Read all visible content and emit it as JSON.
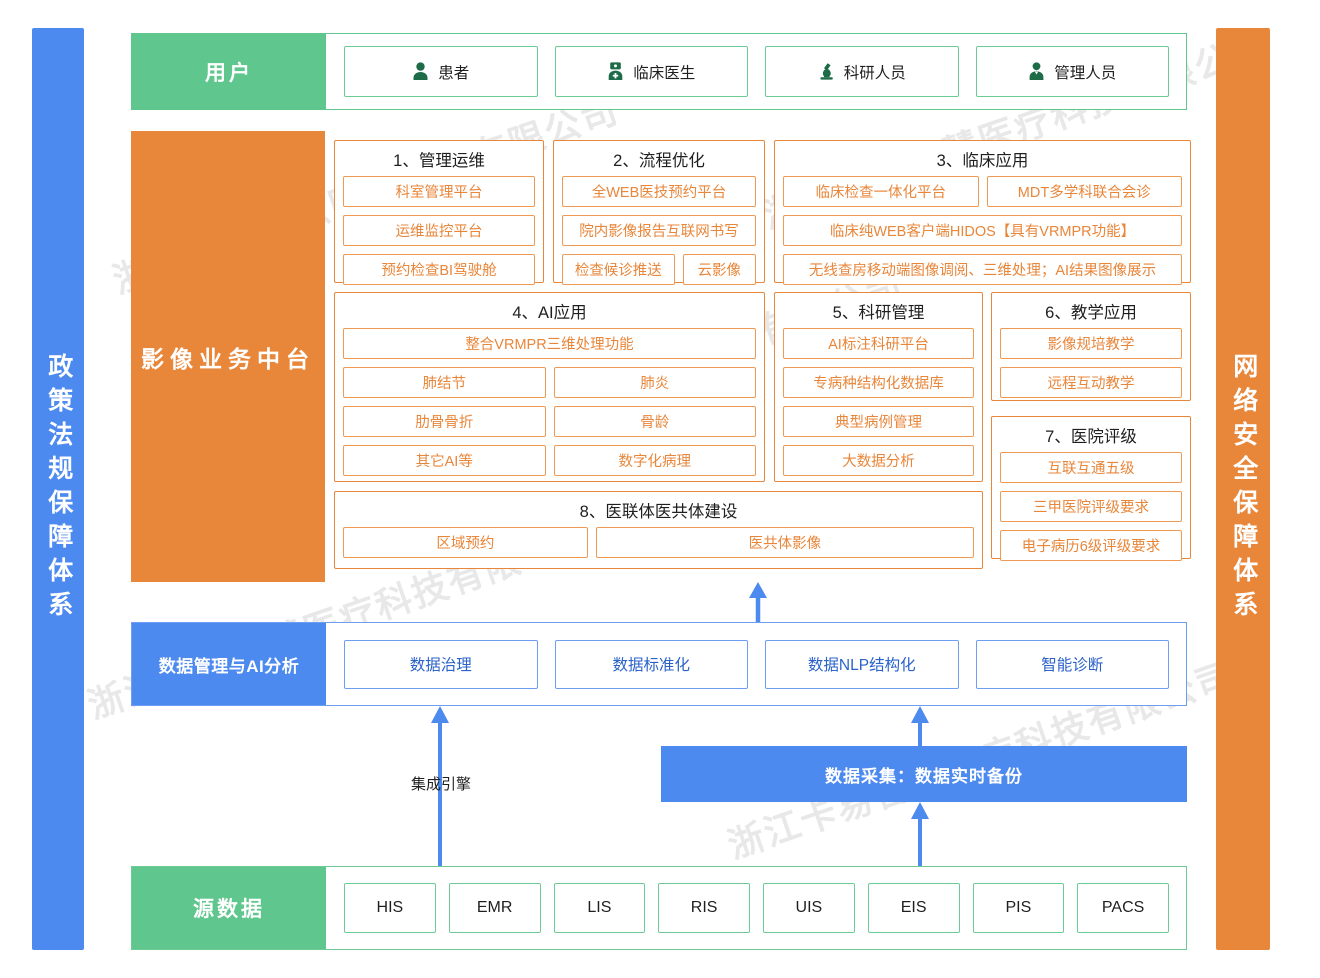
{
  "colors": {
    "green": "#5FC68D",
    "orange": "#E8863A",
    "blue": "#4C8AF0",
    "orange_text": "#E8863A",
    "blue_text": "#2a62c9"
  },
  "watermark": {
    "text": "浙江卡易智慧医疗科技有限公司"
  },
  "pillars": {
    "left": {
      "label": "政策法规保障体系"
    },
    "right": {
      "label": "网络安全保障体系"
    }
  },
  "users": {
    "label": "用户",
    "items": [
      {
        "label": "患者",
        "icon": "person-icon"
      },
      {
        "label": "临床医生",
        "icon": "doctor-icon"
      },
      {
        "label": "科研人员",
        "icon": "microscope-icon"
      },
      {
        "label": "管理人员",
        "icon": "manager-icon"
      }
    ]
  },
  "middle_platform": {
    "label": "影像业务中台",
    "groups": [
      {
        "title": "1、管理运维",
        "rows": [
          [
            "科室管理平台"
          ],
          [
            "运维监控平台"
          ],
          [
            "预约检查BI驾驶舱"
          ]
        ]
      },
      {
        "title": "2、流程优化",
        "rows": [
          [
            "全WEB医技预约平台"
          ],
          [
            "院内影像报告互联网书写"
          ],
          [
            "检查候诊推送",
            "云影像"
          ]
        ]
      },
      {
        "title": "3、临床应用",
        "rows": [
          [
            "临床检查一体化平台",
            "MDT多学科联合会诊"
          ],
          [
            "临床纯WEB客户端HIDOS【具有VRMPR功能】"
          ],
          [
            "无线查房移动端图像调阅、三维处理；AI结果图像展示"
          ]
        ]
      },
      {
        "title": "4、AI应用",
        "rows": [
          [
            "整合VRMPR三维处理功能"
          ],
          [
            "肺结节",
            "肺炎"
          ],
          [
            "肋骨骨折",
            "骨龄"
          ],
          [
            "其它AI等",
            "数字化病理"
          ]
        ]
      },
      {
        "title": "5、科研管理",
        "rows": [
          [
            "AI标注科研平台"
          ],
          [
            "专病种结构化数据库"
          ],
          [
            "典型病例管理"
          ],
          [
            "大数据分析"
          ]
        ]
      },
      {
        "title": "6、教学应用",
        "rows": [
          [
            "影像规培教学"
          ],
          [
            "远程互动教学"
          ]
        ]
      },
      {
        "title": "7、医院评级",
        "rows": [
          [
            "互联互通五级"
          ],
          [
            "三甲医院评级要求"
          ],
          [
            "电子病历6级评级要求"
          ]
        ]
      },
      {
        "title": "8、医联体医共体建设",
        "rows": [
          [
            "区域预约",
            "医共体影像"
          ]
        ]
      }
    ]
  },
  "data_management": {
    "label": "数据管理与AI分析",
    "items": [
      "数据治理",
      "数据标准化",
      "数据NLP结构化",
      "智能诊断"
    ]
  },
  "pipeline": {
    "collection_box": "数据采集：数据实时备份",
    "engine_label": "集成引擎"
  },
  "source_data": {
    "label": "源数据",
    "items": [
      "HIS",
      "EMR",
      "LIS",
      "RIS",
      "UIS",
      "EIS",
      "PIS",
      "PACS"
    ]
  }
}
